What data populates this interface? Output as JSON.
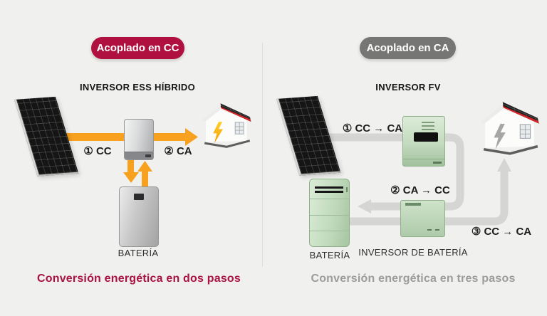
{
  "background_color": "#f0f0ee",
  "left_panel": {
    "badge": "Acoplado en CC",
    "badge_color": "#b01040",
    "title": "INVERSOR ESS HÍBRIDO",
    "flow_color": "#f8a11e",
    "step1_label": "① CC",
    "step2_label": "② CA",
    "battery_label": "BATERÍA",
    "caption": "Conversión energética en dos pasos",
    "caption_color": "#a81343"
  },
  "right_panel": {
    "badge": "Acoplado en CA",
    "badge_color": "#767674",
    "title": "INVERSOR FV",
    "flow_color": "#d5d5d3",
    "step1_label": "① CC → CA",
    "step2_label": "② CA → CC",
    "step3_label": "③ CC → CA",
    "battery_label": "BATERÍA",
    "battery_inverter_label": "INVERSOR DE BATERÍA",
    "caption": "Conversión energética en tres pasos",
    "caption_color": "#9c9c9a"
  }
}
